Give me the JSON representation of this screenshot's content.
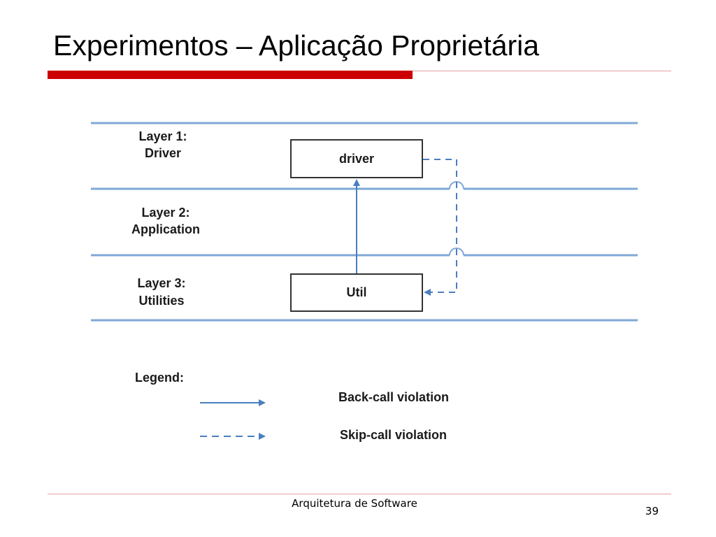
{
  "slide": {
    "title": "Experimentos – Aplicação Proprietária",
    "footer": "Arquitetura de Software",
    "page_number": "39"
  },
  "diagram": {
    "layers": [
      {
        "title": "Layer 1:",
        "name": "Driver"
      },
      {
        "title": "Layer 2:",
        "name": "Application"
      },
      {
        "title": "Layer 3:",
        "name": "Utilities"
      }
    ],
    "components": {
      "driver": "driver",
      "util": "Util"
    },
    "legend": {
      "title": "Legend:",
      "back_call": "Back-call violation",
      "skip_call": "Skip-call violation"
    }
  },
  "colors": {
    "accent": "#cc0000",
    "rule_thin": "#e6a0a0",
    "line_blue": "#4a7ebf",
    "box_border": "#333333",
    "text": "#1a1a1a"
  }
}
